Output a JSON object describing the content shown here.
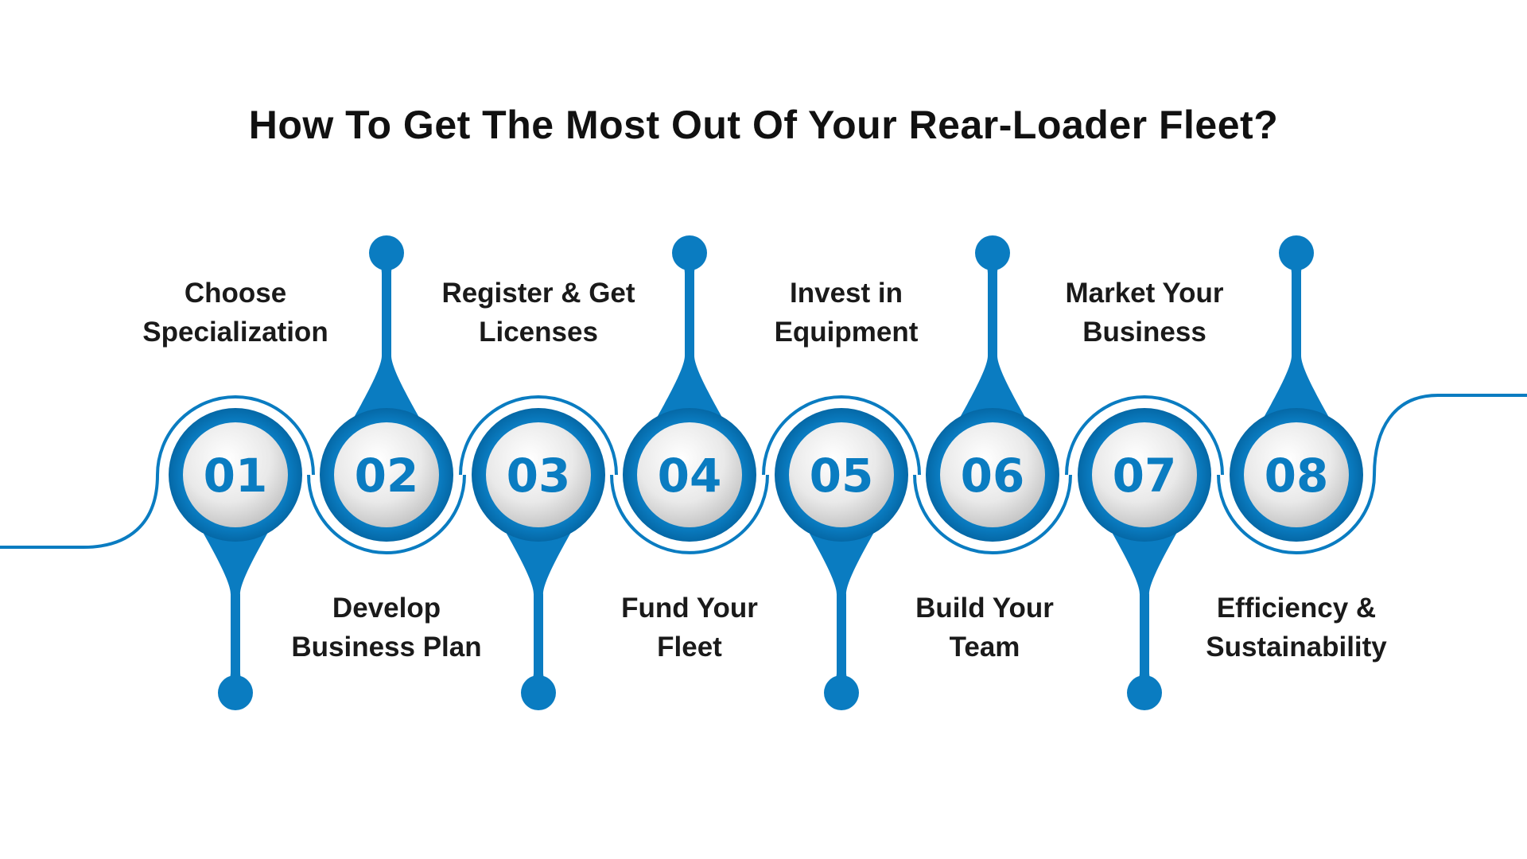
{
  "title": "How To Get The Most Out Of Your Rear-Loader Fleet?",
  "colors": {
    "accent": "#0a7cc1",
    "accent_dark": "#0569a8",
    "inner_circle_light": "#f6f6f6",
    "inner_circle_shadow": "#bdbdbd",
    "text": "#1a1a1a"
  },
  "steps": [
    {
      "number": "01",
      "lines": [
        "Choose",
        "Specialization"
      ]
    },
    {
      "number": "02",
      "lines": [
        "Develop",
        "Business Plan"
      ]
    },
    {
      "number": "03",
      "lines": [
        "Register & Get",
        "Licenses"
      ]
    },
    {
      "number": "04",
      "lines": [
        "Fund Your",
        "Fleet"
      ]
    },
    {
      "number": "05",
      "lines": [
        "Invest in",
        "Equipment"
      ]
    },
    {
      "number": "06",
      "lines": [
        "Build Your",
        "Team"
      ]
    },
    {
      "number": "07",
      "lines": [
        "Market Your",
        "Business"
      ]
    },
    {
      "number": "08",
      "lines": [
        "Efficiency &",
        "Sustainability"
      ]
    }
  ]
}
